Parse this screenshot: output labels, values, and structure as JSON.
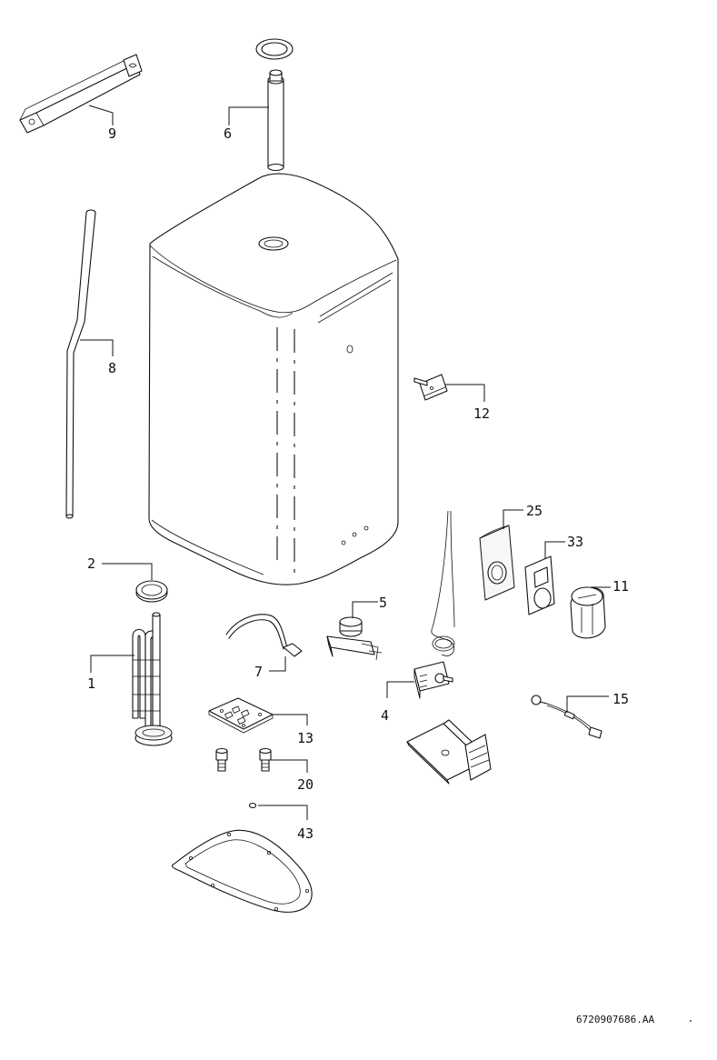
{
  "diagram": {
    "labels": {
      "p1": "1",
      "p2": "2",
      "p4": "4",
      "p5": "5",
      "p6": "6",
      "p7": "7",
      "p8": "8",
      "p9": "9",
      "p11": "11",
      "p12": "12",
      "p13": "13",
      "p15": "15",
      "p20": "20",
      "p25": "25",
      "p33": "33",
      "p43": "43"
    },
    "drawing_code": "6720907686.AA"
  }
}
